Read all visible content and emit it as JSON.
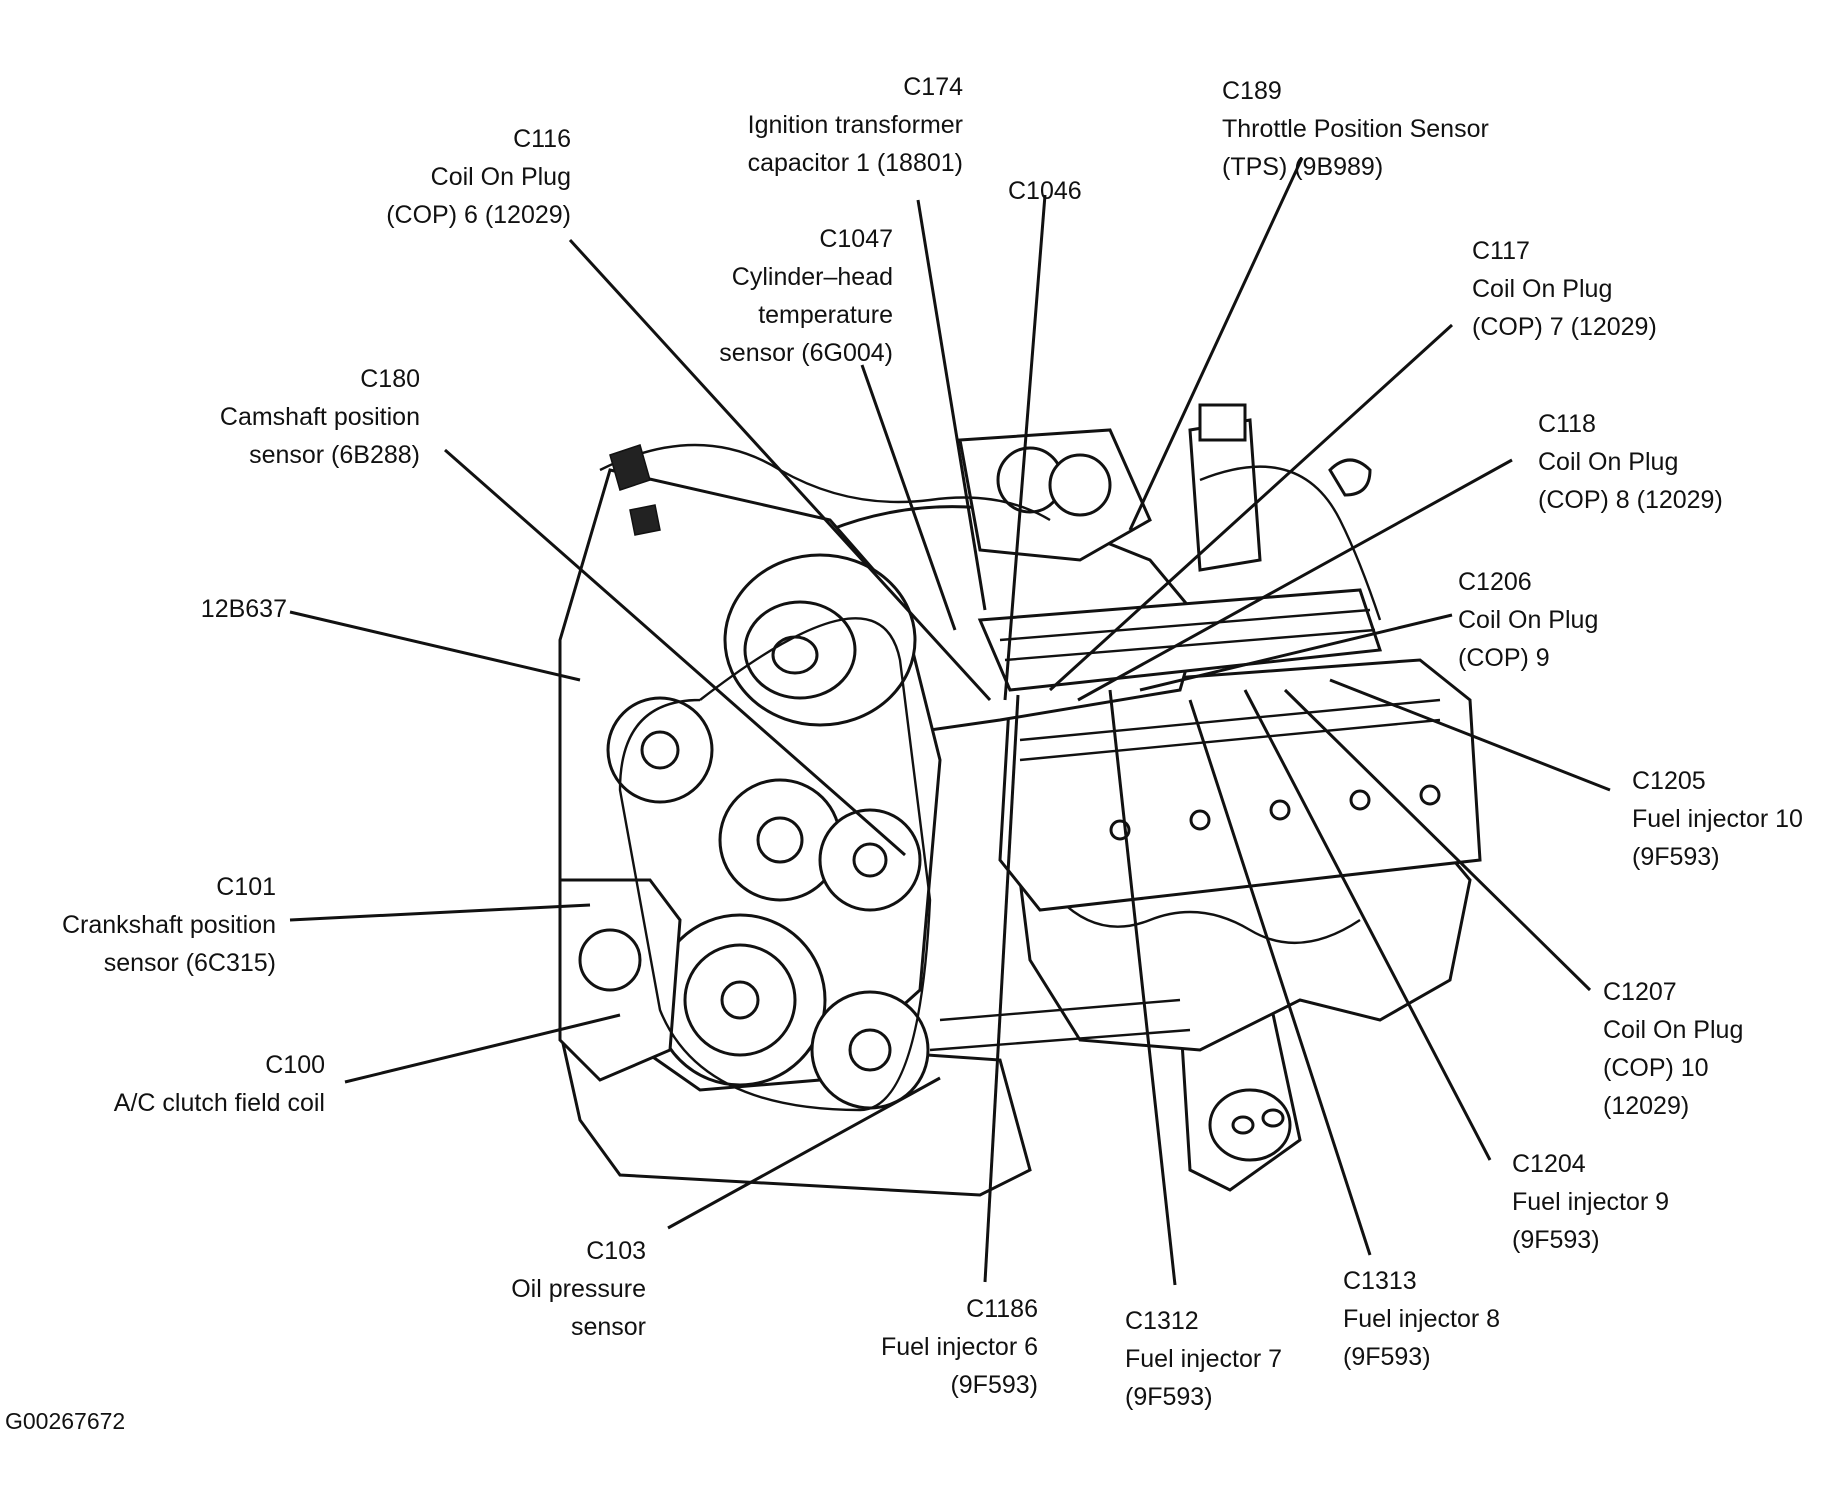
{
  "figure_id": "G00267672",
  "labels": [
    {
      "id": "c174",
      "lines": [
        "C174",
        "Ignition transformer",
        "capacitor 1 (18801)"
      ]
    },
    {
      "id": "c116",
      "lines": [
        "C116",
        "Coil On Plug",
        "(COP) 6 (12029)"
      ]
    },
    {
      "id": "c189",
      "lines": [
        "C189",
        "Throttle Position Sensor",
        "(TPS) (9B989)"
      ]
    },
    {
      "id": "c1046",
      "lines": [
        "C1046"
      ]
    },
    {
      "id": "c1047",
      "lines": [
        "C1047",
        "Cylinder–head",
        "temperature",
        "sensor (6G004)"
      ]
    },
    {
      "id": "c117",
      "lines": [
        "C117",
        "Coil On Plug",
        "(COP) 7 (12029)"
      ]
    },
    {
      "id": "c180",
      "lines": [
        "C180",
        "Camshaft position",
        "sensor (6B288)"
      ]
    },
    {
      "id": "c118",
      "lines": [
        "C118",
        "Coil On Plug",
        "(COP) 8 (12029)"
      ]
    },
    {
      "id": "c12b637",
      "lines": [
        "12B637"
      ]
    },
    {
      "id": "c1206",
      "lines": [
        "C1206",
        "Coil On Plug",
        "(COP) 9"
      ]
    },
    {
      "id": "c1205",
      "lines": [
        "C1205",
        "Fuel injector 10",
        "(9F593)"
      ]
    },
    {
      "id": "c101",
      "lines": [
        "C101",
        "Crankshaft position",
        "sensor (6C315)"
      ]
    },
    {
      "id": "c1207",
      "lines": [
        "C1207",
        "Coil On Plug",
        "(COP) 10",
        "(12029)"
      ]
    },
    {
      "id": "c100",
      "lines": [
        "C100",
        "A/C clutch field coil"
      ]
    },
    {
      "id": "c1204",
      "lines": [
        "C1204",
        "Fuel injector 9",
        "(9F593)"
      ]
    },
    {
      "id": "c103",
      "lines": [
        "C103",
        "Oil pressure",
        "sensor"
      ]
    },
    {
      "id": "c1313",
      "lines": [
        "C1313",
        "Fuel injector 8",
        "(9F593)"
      ]
    },
    {
      "id": "c1186",
      "lines": [
        "C1186",
        "Fuel injector 6",
        "(9F593)"
      ]
    },
    {
      "id": "c1312",
      "lines": [
        "C1312",
        "Fuel injector 7",
        "(9F593)"
      ]
    }
  ]
}
